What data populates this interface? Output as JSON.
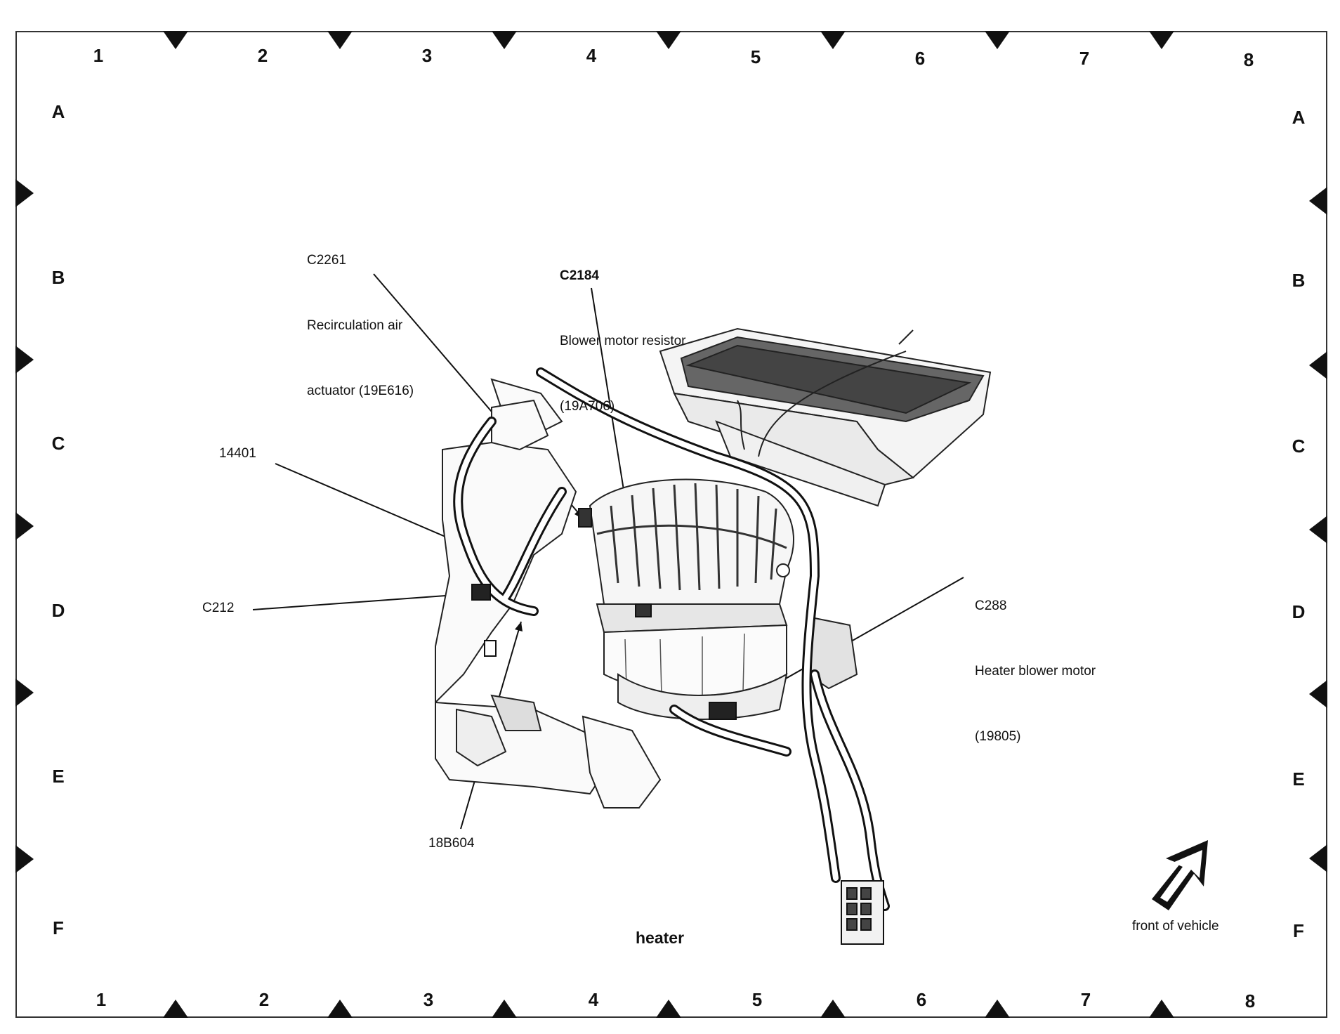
{
  "grid": {
    "columns_top": [
      "1",
      "2",
      "3",
      "4",
      "5",
      "6",
      "7",
      "8"
    ],
    "columns_bottom": [
      "1",
      "2",
      "3",
      "4",
      "5",
      "6",
      "7",
      "8"
    ],
    "rows_left": [
      "A",
      "B",
      "C",
      "D",
      "E",
      "F"
    ],
    "rows_right": [
      "A",
      "B",
      "C",
      "D",
      "E",
      "F"
    ]
  },
  "callouts": {
    "c2261": {
      "code": "C2261",
      "line1": "Recirculation air",
      "line2": "actuator (19E616)"
    },
    "c2184": {
      "code": "C2184",
      "line1": "Blower motor resistor",
      "line2": "(19A706)"
    },
    "c288": {
      "code": "C288",
      "line1": "Heater blower motor",
      "line2": "(19805)"
    },
    "p14401": {
      "code": "14401"
    },
    "c212": {
      "code": "C212"
    },
    "p18b604": {
      "code": "18B604"
    }
  },
  "caption": "heater",
  "front_label": "front of vehicle"
}
